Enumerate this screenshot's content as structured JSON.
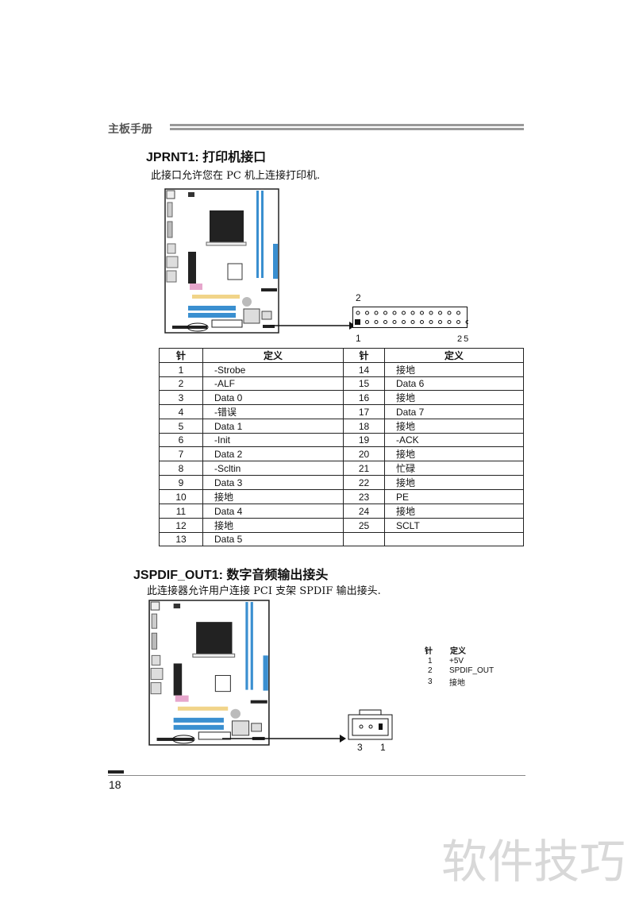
{
  "header": {
    "title": "主板手册"
  },
  "section1": {
    "title": "JPRNT1: 打印机接口",
    "desc": "此接口允许您在 PC 机上连接打印机.",
    "connector_labels": {
      "top_left": "2",
      "bottom_left": "1",
      "bottom_right": "25"
    },
    "table_headers": [
      "针",
      "定义",
      "针",
      "定义"
    ],
    "rows": [
      [
        "1",
        "-Strobe",
        "14",
        "接地"
      ],
      [
        "2",
        "-ALF",
        "15",
        "Data 6"
      ],
      [
        "3",
        "Data 0",
        "16",
        "接地"
      ],
      [
        "4",
        "-错误",
        "17",
        "Data 7"
      ],
      [
        "5",
        "Data 1",
        "18",
        "接地"
      ],
      [
        "6",
        "-Init",
        "19",
        "-ACK"
      ],
      [
        "7",
        "Data 2",
        "20",
        "接地"
      ],
      [
        "8",
        "-Scltin",
        "21",
        "忙碌"
      ],
      [
        "9",
        "Data 3",
        "22",
        "接地"
      ],
      [
        "10",
        "接地",
        "23",
        "PE"
      ],
      [
        "11",
        "Data 4",
        "24",
        "接地"
      ],
      [
        "12",
        "接地",
        "25",
        "SCLT"
      ],
      [
        "13",
        "Data 5",
        "",
        ""
      ]
    ]
  },
  "section2": {
    "title": "JSPDIF_OUT1: 数字音频输出接头",
    "desc": "此连接器允许用户连接 PCI 支架 SPDIF 输出接头.",
    "connector_labels": {
      "left": "3",
      "right": "1"
    },
    "table_headers": [
      "针",
      "定义"
    ],
    "rows": [
      [
        "1",
        "+5V"
      ],
      [
        "2",
        "SPDIF_OUT"
      ],
      [
        "3",
        "接地"
      ]
    ]
  },
  "footer": {
    "page_number": "18"
  },
  "watermark": "软件技巧"
}
